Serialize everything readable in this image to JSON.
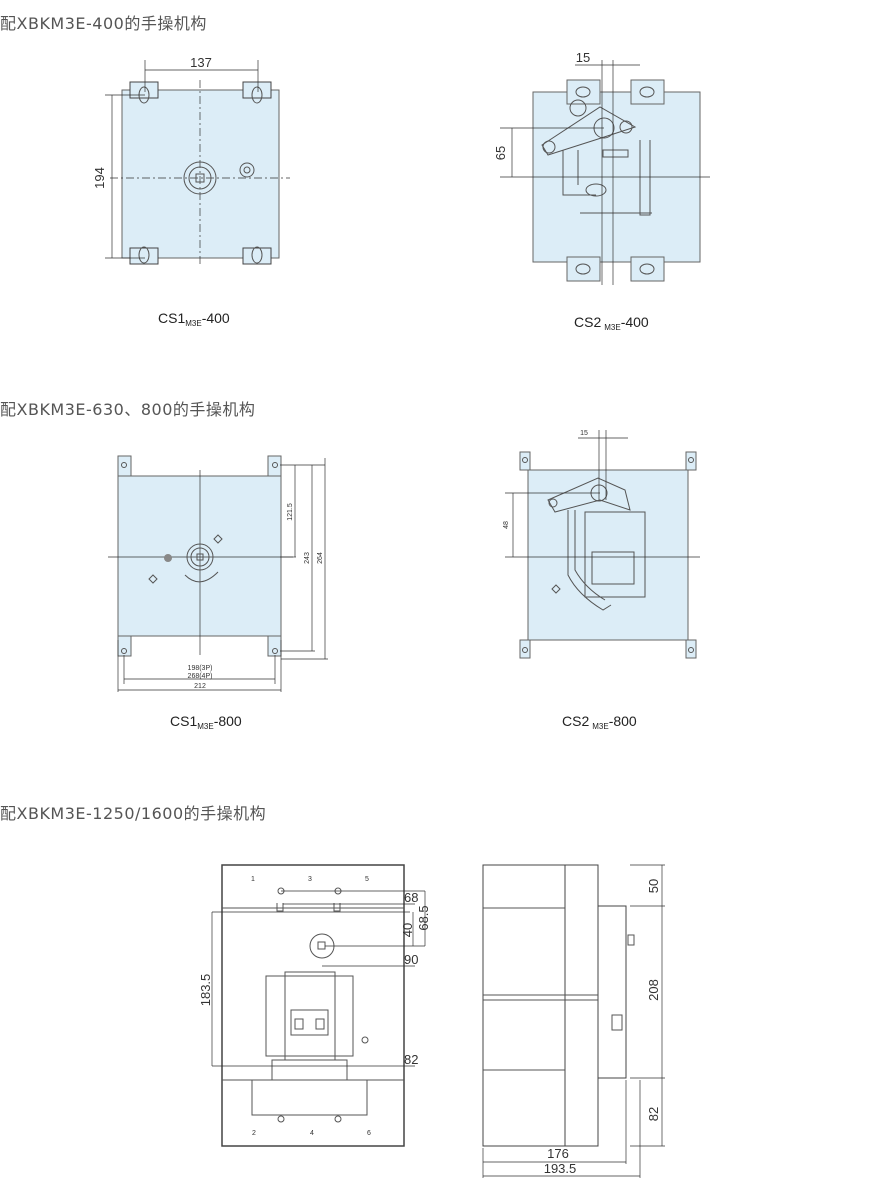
{
  "sections": [
    {
      "heading": "配XBKM3E-400的手操机构"
    },
    {
      "heading": "配XBKM3E-630、800的手操机构"
    },
    {
      "heading": "配XBKM3E-1250/1600的手操机构"
    }
  ],
  "drawings": {
    "cs1_400": {
      "prefix": "CS1",
      "sub": "M3E",
      "suffix": "-400",
      "dim_width": "137",
      "dim_height": "194"
    },
    "cs2_400": {
      "prefix": "CS2",
      "sub": "M3E",
      "suffix": "-400",
      "dim_offset": "15",
      "dim_height": "65"
    },
    "cs1_800": {
      "prefix": "CS1",
      "sub": "M3E",
      "suffix": "-800",
      "dim_121": "121.5",
      "dim_243": "243",
      "dim_264": "264",
      "dim_3p": "198(3P)",
      "dim_4p": "268(4P)",
      "dim_212": "212"
    },
    "cs2_800": {
      "prefix": "CS2",
      "sub": "M3E",
      "suffix": "-800",
      "dim_offset": "15",
      "dim_height": "48"
    },
    "front_1250": {
      "terminals_top": [
        "1",
        "3",
        "5"
      ],
      "terminals_bottom": [
        "2",
        "4",
        "6"
      ],
      "dim_68": "68",
      "dim_68_5": "68.5",
      "dim_40": "40",
      "dim_90": "90",
      "dim_183_5": "183.5",
      "dim_82": "82"
    },
    "side_1250": {
      "dim_50": "50",
      "dim_208": "208",
      "dim_82": "82",
      "dim_176": "176",
      "dim_193_5": "193.5"
    }
  }
}
